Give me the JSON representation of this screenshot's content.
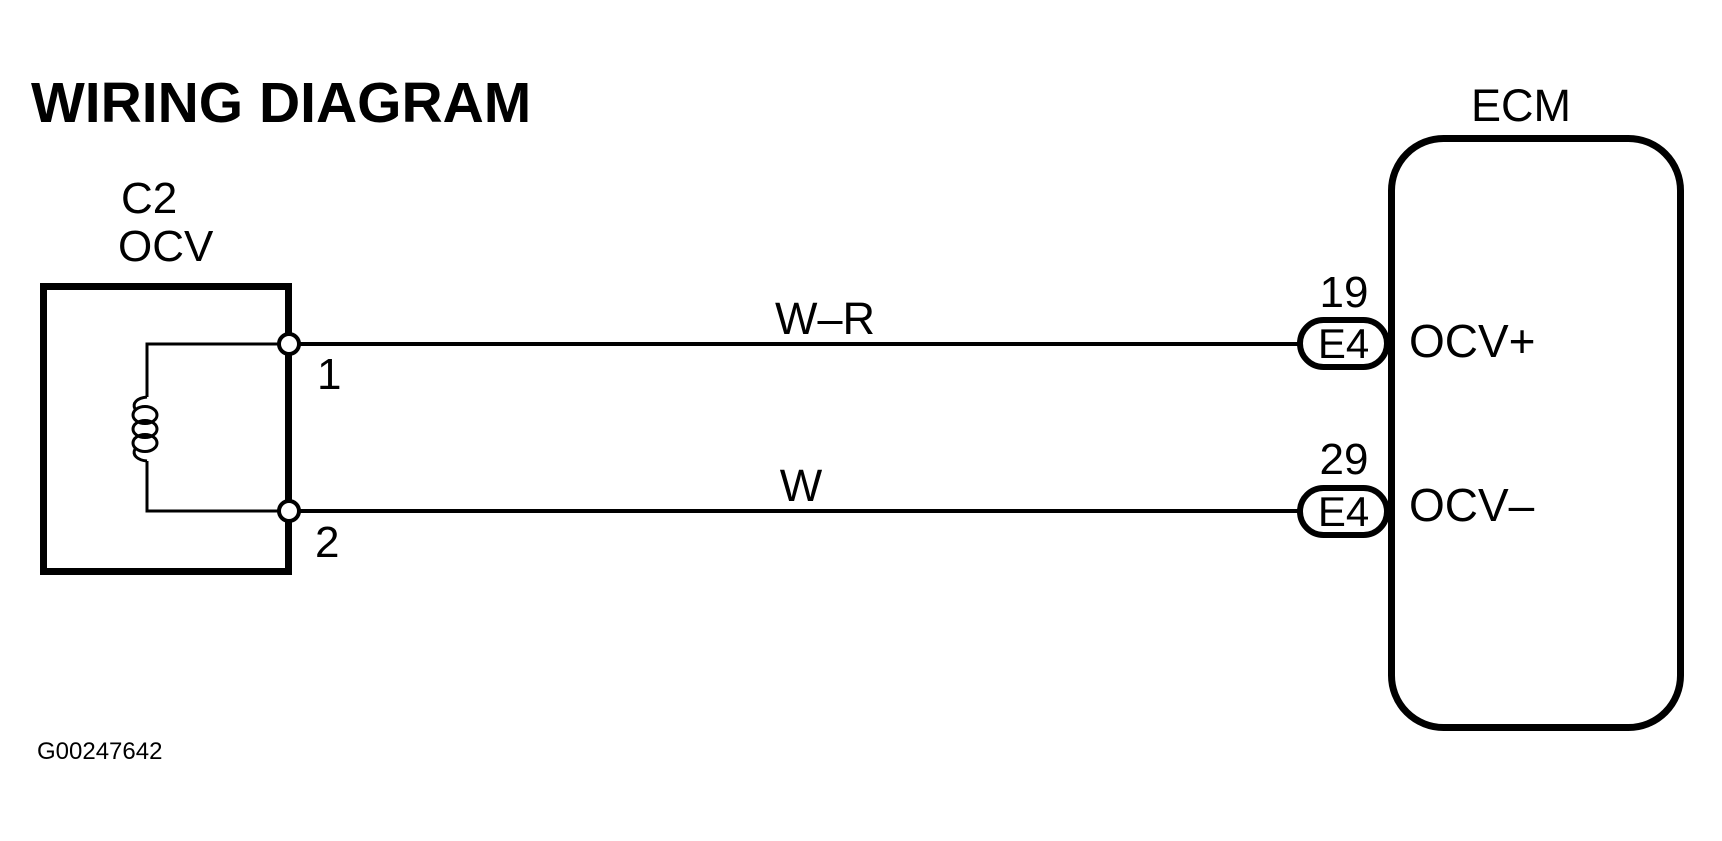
{
  "title": "WIRING DIAGRAM",
  "figure_id": "G00247642",
  "colors": {
    "ink": "#000000",
    "paper": "#ffffff"
  },
  "connector": {
    "id": "C2",
    "name": "OCV",
    "component_icon": "inductor-coil",
    "pins": [
      {
        "number": "1"
      },
      {
        "number": "2"
      }
    ]
  },
  "wires": [
    {
      "label": "W–R"
    },
    {
      "label": "W"
    }
  ],
  "ecm": {
    "label": "ECM",
    "terminals": [
      {
        "pin": "19",
        "connector": "E4",
        "signal": "OCV+"
      },
      {
        "pin": "29",
        "connector": "E4",
        "signal": "OCV–"
      }
    ]
  }
}
